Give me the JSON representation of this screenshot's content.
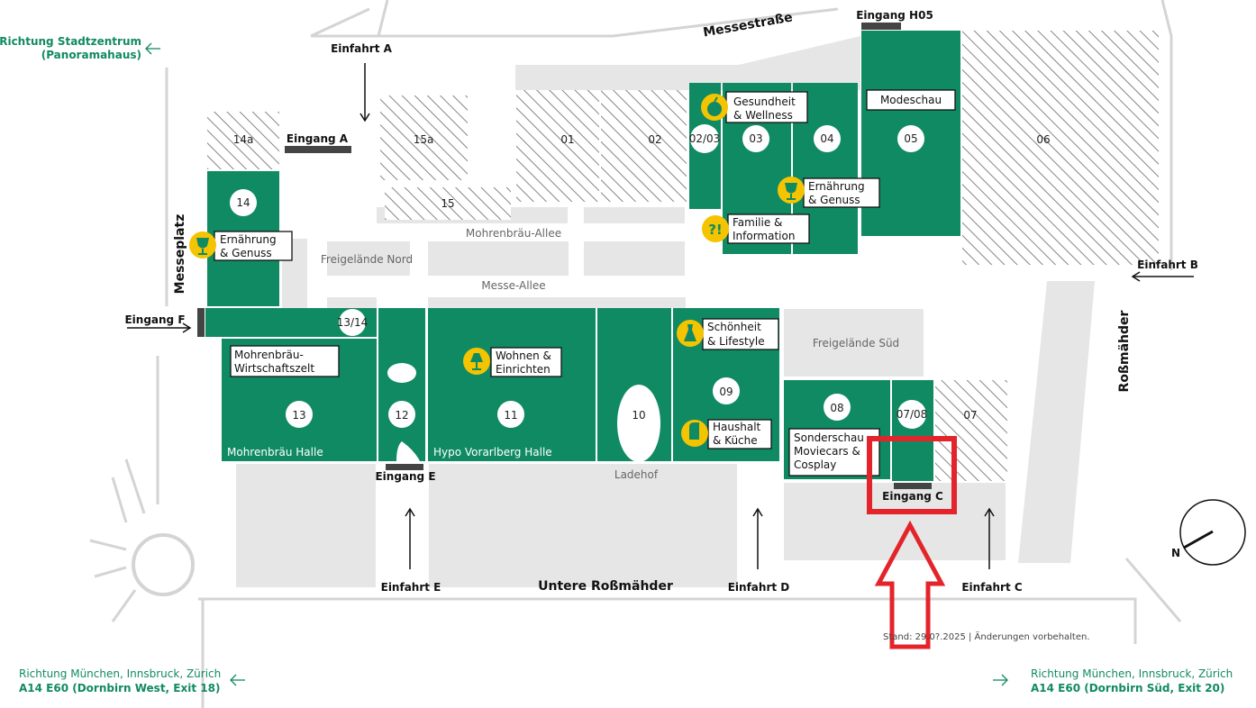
{
  "colors": {
    "hall": "#108a63",
    "ground": "#e6e6e6",
    "hatch": "#777777",
    "icon": "#f5c400",
    "highlight": "#e3242b",
    "text_green": "#118a62"
  },
  "streets": {
    "messestrasse": "Messestraße",
    "messeplatz": "Messeplatz",
    "untere_rossmaehder": "Untere Roßmähder",
    "rossmaehder": "Roßmähder",
    "mohrenbraeu_allee": "Mohrenbräu-Allee",
    "messe_allee": "Messe-Allee",
    "ladehof": "Ladehof"
  },
  "areas": {
    "freigelaende_nord": "Freigelände Nord",
    "freigelaende_sued": "Freigelände Süd"
  },
  "halls": {
    "h14a": "14a",
    "h15a": "15a",
    "h15": "15",
    "h01": "01",
    "h02": "02",
    "h0203": "02/03",
    "h03": "03",
    "h04": "04",
    "h05": "05",
    "h06": "06",
    "h14": "14",
    "h1314": "13/14",
    "h13": "13",
    "h12": "12",
    "h11": "11",
    "h10": "10",
    "h09": "09",
    "h08": "08",
    "h0708": "07/08",
    "h07": "07"
  },
  "hall_names": {
    "mohrenbraeu_halle": "Mohrenbräu Halle",
    "hypo_halle": "Hypo Vorarlberg Halle"
  },
  "entrances": {
    "eingang_a": "Eingang A",
    "eingang_h05": "Eingang H05",
    "eingang_f": "Eingang F",
    "eingang_e": "Eingang E",
    "eingang_c": "Eingang C"
  },
  "driveways": {
    "einfahrt_a": "Einfahrt A",
    "einfahrt_b": "Einfahrt B",
    "einfahrt_c": "Einfahrt C",
    "einfahrt_d": "Einfahrt D",
    "einfahrt_e": "Einfahrt E"
  },
  "themes": {
    "gesundheit": [
      "Gesundheit",
      "& Wellness"
    ],
    "ernaehrung_04": [
      "Ernährung",
      "& Genuss"
    ],
    "familie": [
      "Familie &",
      "Information"
    ],
    "modeschau": "Modeschau",
    "ernaehrung_14": [
      "Ernährung",
      "& Genuss"
    ],
    "mohrenbraeu_zelt": [
      "Mohrenbräu-",
      "Wirtschaftszelt"
    ],
    "wohnen": [
      "Wohnen &",
      "Einrichten"
    ],
    "schoenheit": [
      "Schönheit",
      "& Lifestyle"
    ],
    "haushalt": [
      "Haushalt",
      "& Küche"
    ],
    "sonderschau": [
      "Sonderschau",
      "Moviecars &",
      "Cosplay"
    ]
  },
  "directions": {
    "stadtzentrum": [
      "Richtung Stadtzentrum",
      "(Panoramahaus)"
    ],
    "west": [
      "Richtung München, Innsbruck, Zürich",
      "A14  E60 (Dornbirn West, Exit 18)"
    ],
    "sued": [
      "Richtung München, Innsbruck, Zürich",
      "A14  E60 (Dornbirn Süd, Exit 20)"
    ]
  },
  "compass": {
    "north": "N"
  },
  "footer": {
    "stand": "Stand: 29.0?.2025 | Änderungen vorbehalten."
  }
}
